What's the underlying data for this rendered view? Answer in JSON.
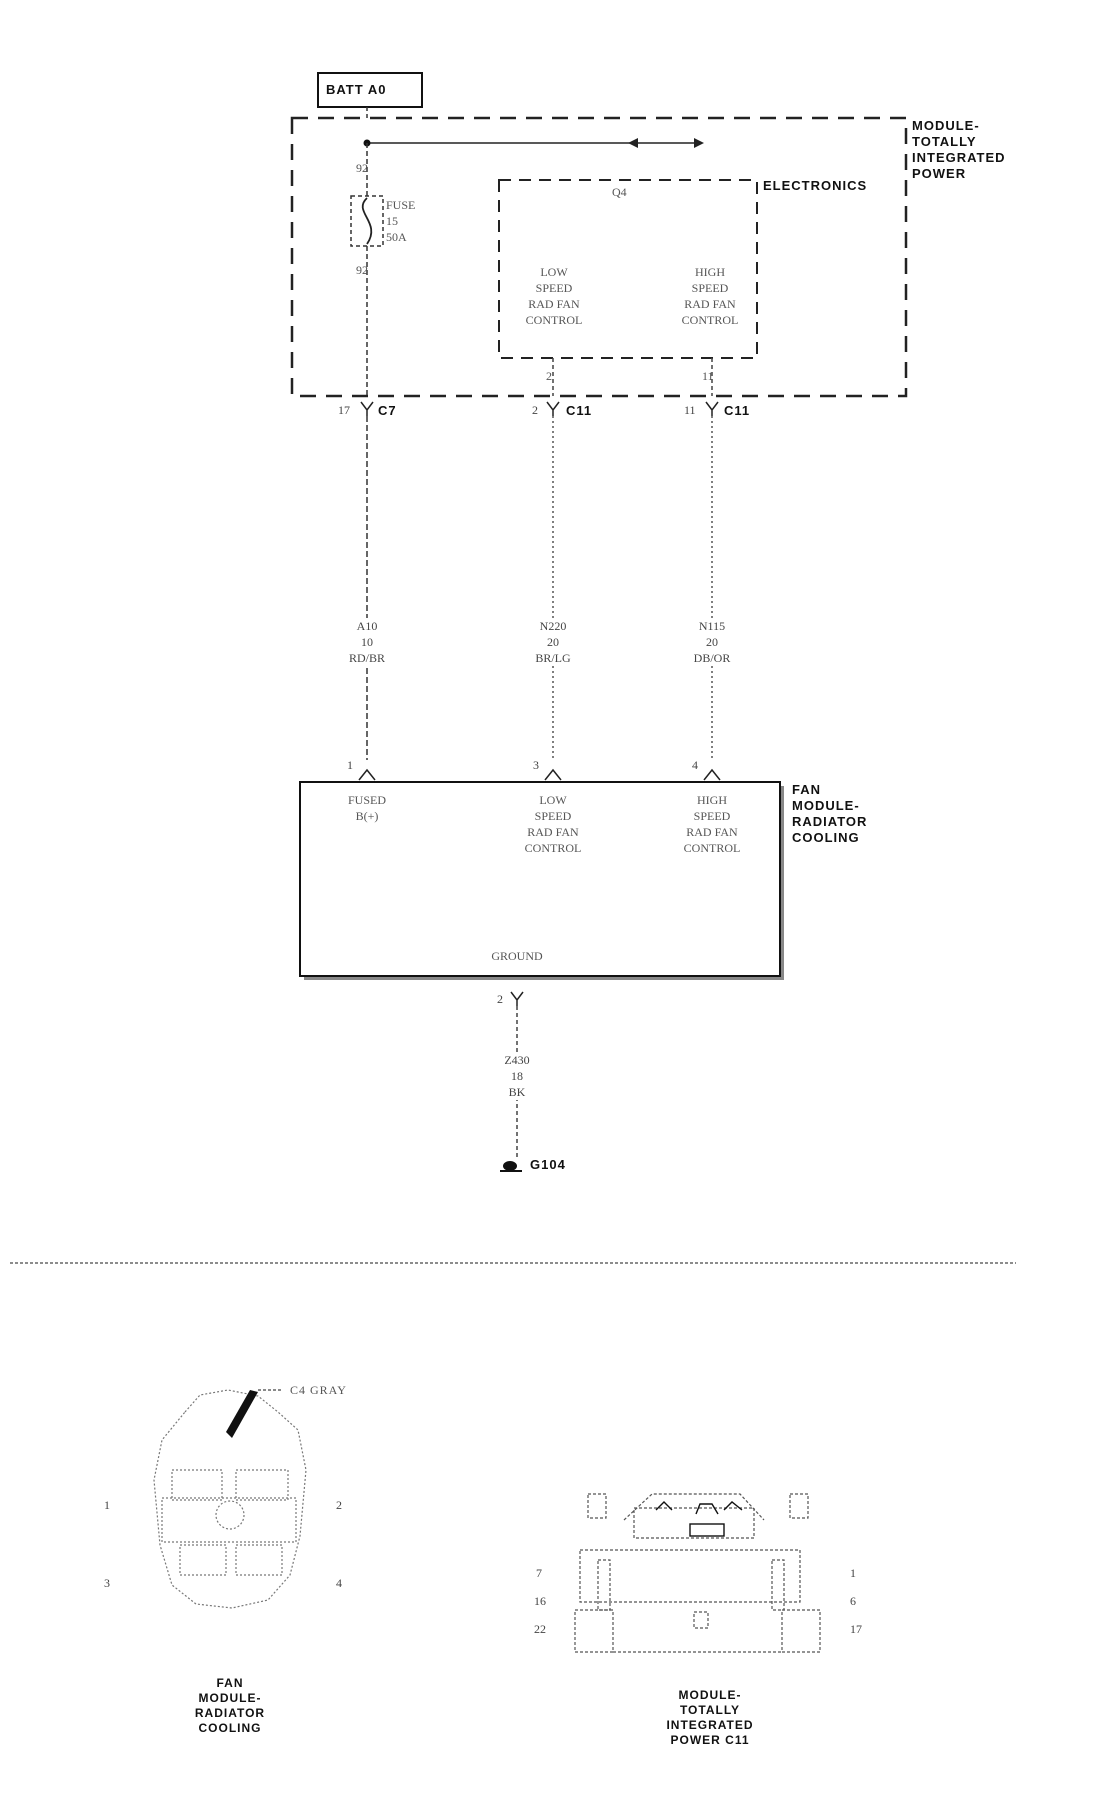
{
  "source": {
    "label": "BATT A0"
  },
  "tipm": {
    "label": "MODULE-\nTOTALLY\nINTEGRATED\nPOWER"
  },
  "fuse": {
    "label": "FUSE\n15\n50A",
    "terminal_top": "92",
    "terminal_bottom": "92"
  },
  "electronics": {
    "label": "ELECTRONICS",
    "top_label": "Q4",
    "low_label": "LOW\nSPEED\nRAD FAN\nCONTROL",
    "high_label": "HIGH\nSPEED\nRAD FAN\nCONTROL",
    "low_pin": "2",
    "high_pin": "11"
  },
  "connectors": [
    {
      "pin": "17",
      "name": "C7"
    },
    {
      "pin": "2",
      "name": "C11"
    },
    {
      "pin": "11",
      "name": "C11"
    }
  ],
  "wires": [
    {
      "circuit": "A10\n10\nRD/BR"
    },
    {
      "circuit": "N220\n20\nBR/LG"
    },
    {
      "circuit": "N115\n20\nDB/OR"
    }
  ],
  "fan_module": {
    "label": "FAN\nMODULE-\nRADIATOR\nCOOLING",
    "pins": [
      "1",
      "3",
      "4"
    ],
    "fused_label": "FUSED\nB(+)",
    "low_label": "LOW\nSPEED\nRAD FAN\nCONTROL",
    "high_label": "HIGH\nSPEED\nRAD FAN\nCONTROL",
    "ground_label": "GROUND",
    "ground_pin": "2"
  },
  "ground_wire": {
    "circuit": "Z430\n18\nBK"
  },
  "ground_point": {
    "name": "G104"
  },
  "connector_views": {
    "fan": {
      "callout": "C4 GRAY",
      "pins": [
        "1",
        "2",
        "3",
        "4"
      ],
      "caption": "FAN\nMODULE-\nRADIATOR\nCOOLING"
    },
    "tipm": {
      "left_pins": [
        "7",
        "16",
        "22"
      ],
      "right_pins": [
        "1",
        "6",
        "17"
      ],
      "caption": "MODULE-\nTOTALLY\nINTEGRATED\nPOWER C11"
    }
  }
}
